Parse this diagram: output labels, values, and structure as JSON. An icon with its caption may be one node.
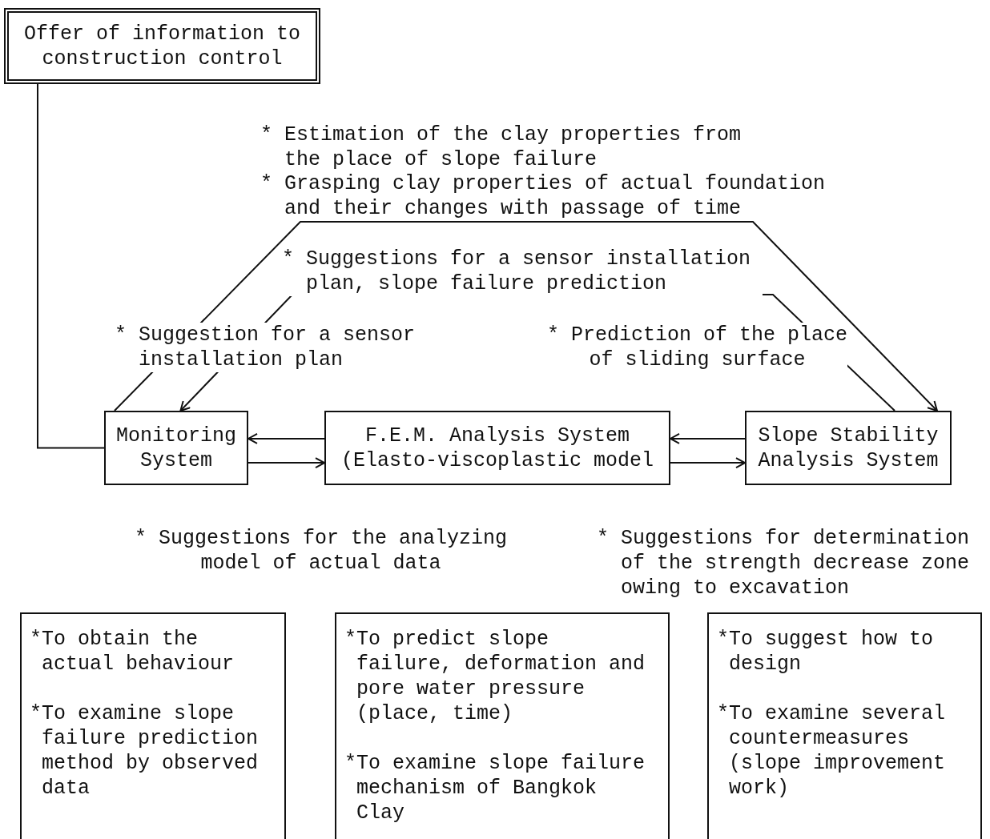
{
  "diagram": {
    "nodes": [
      {
        "text": [
          "Offer of information to construction control"
        ]
      },
      {
        "text": [
          "Monitoring System"
        ]
      },
      {
        "text": [
          "F.E.M. Analysis System (Elasto-viscoplastic model"
        ]
      },
      {
        "text": [
          "Slope Stability Analysis System"
        ]
      },
      {
        "text": [
          "*To obtain the actual behaviour",
          "*To examine slope failure prediction method by observed data"
        ]
      },
      {
        "text": [
          "*To predict slope failure, deformation and pore water pressure (place, time)",
          "*To examine slope failure mechanism of Bangkok Clay"
        ]
      },
      {
        "text": [
          "*To suggest how to design",
          "*To examine several countermeasures (slope improvement work)"
        ]
      }
    ],
    "edges": [
      {
        "from": 1,
        "to": 0,
        "arrow": "none"
      },
      {
        "from": 1,
        "to": 3,
        "arrow": "to"
      },
      {
        "from": 3,
        "to": 1,
        "arrow": "to"
      },
      {
        "from": 2,
        "to": 1,
        "arrow": "to"
      },
      {
        "from": 1,
        "to": 2,
        "arrow": "to"
      },
      {
        "from": 3,
        "to": 2,
        "arrow": "to"
      },
      {
        "from": 2,
        "to": 3,
        "arrow": "to"
      }
    ],
    "labels": [
      "* Estimation of the clay properties from the place of slope failure",
      "* Grasping clay properties of actual foundation and their changes with passage of time",
      "* Suggestions for a sensor installation plan, slope failure prediction",
      "* Suggestion for a sensor installation plan",
      "* Prediction of the place of sliding surface",
      "* Suggestions for the analyzing model of actual data",
      "* Suggestions for determination of the strength decrease zone owing to excavation"
    ]
  }
}
